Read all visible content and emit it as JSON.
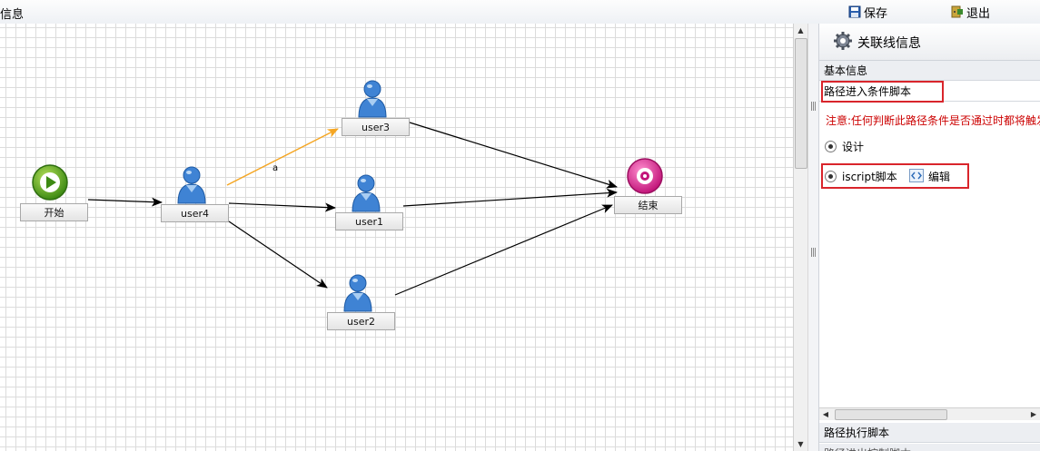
{
  "toolbar": {
    "title_fragment": "信息",
    "save_label": "保存",
    "exit_label": "退出"
  },
  "flow": {
    "nodes": {
      "start": "开始",
      "user4": "user4",
      "user3": "user3",
      "user1": "user1",
      "user2": "user2",
      "end": "结束"
    },
    "edge_label_a": "a",
    "highlight_color": "#f5a623"
  },
  "panel": {
    "title": "关联线信息",
    "basic_info": "基本信息",
    "entry_script_title": "路径进入条件脚本",
    "warning": "注意:任何判断此路径条件是否通过时都将触发",
    "option_design": "设计",
    "option_iscript": "iscript脚本",
    "edit_label": "编辑",
    "exec_script_title": "路径执行脚本",
    "next_fragment": "路径进出控制脚本"
  },
  "icons": {
    "save": "save-icon",
    "exit": "exit-icon",
    "gear": "gear-icon",
    "edit": "code-edit-icon"
  },
  "colors": {
    "warning": "#cc0000",
    "highlight_box": "#d9252b"
  }
}
